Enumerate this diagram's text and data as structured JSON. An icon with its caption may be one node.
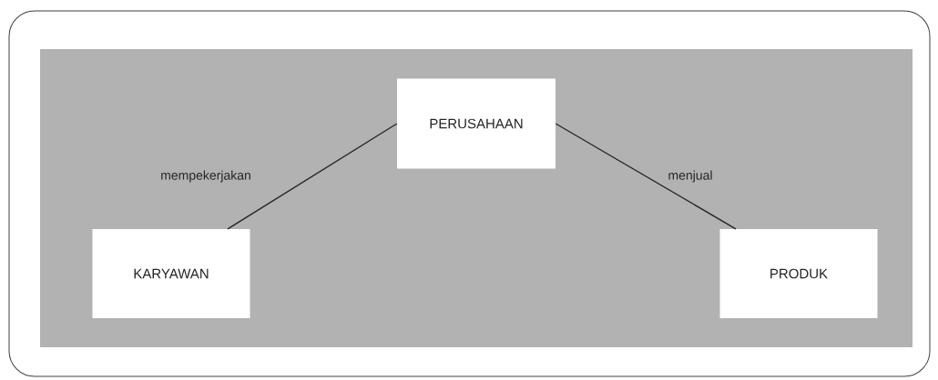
{
  "diagram": {
    "nodes": [
      {
        "text": [
          "PERUSAHAAN"
        ]
      },
      {
        "text": [
          "KARYAWAN"
        ]
      },
      {
        "text": [
          "PRODUK"
        ]
      }
    ],
    "edges": [
      {
        "from": 0,
        "to": 1,
        "arrow": "none",
        "label": "mempekerjakan"
      },
      {
        "from": 0,
        "to": 2,
        "arrow": "none",
        "label": "menjual"
      }
    ]
  }
}
